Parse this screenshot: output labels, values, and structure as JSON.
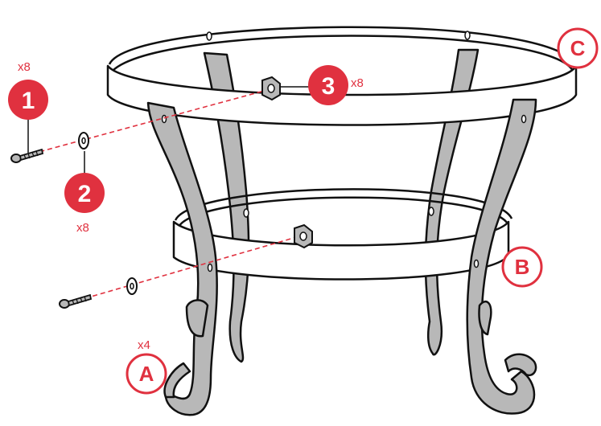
{
  "parts": [
    {
      "id": "1",
      "quantity": "x8",
      "name": "bolt"
    },
    {
      "id": "2",
      "quantity": "x8",
      "name": "washer"
    },
    {
      "id": "3",
      "quantity": "x8",
      "name": "nut"
    }
  ],
  "components": [
    {
      "letter": "A",
      "quantity": "x4",
      "name": "leg"
    },
    {
      "letter": "B",
      "name": "lower-ring"
    },
    {
      "letter": "C",
      "name": "upper-ring"
    }
  ],
  "colors": {
    "accent": "#e0313f",
    "metal": "#b8b8b8",
    "line": "#111111"
  }
}
